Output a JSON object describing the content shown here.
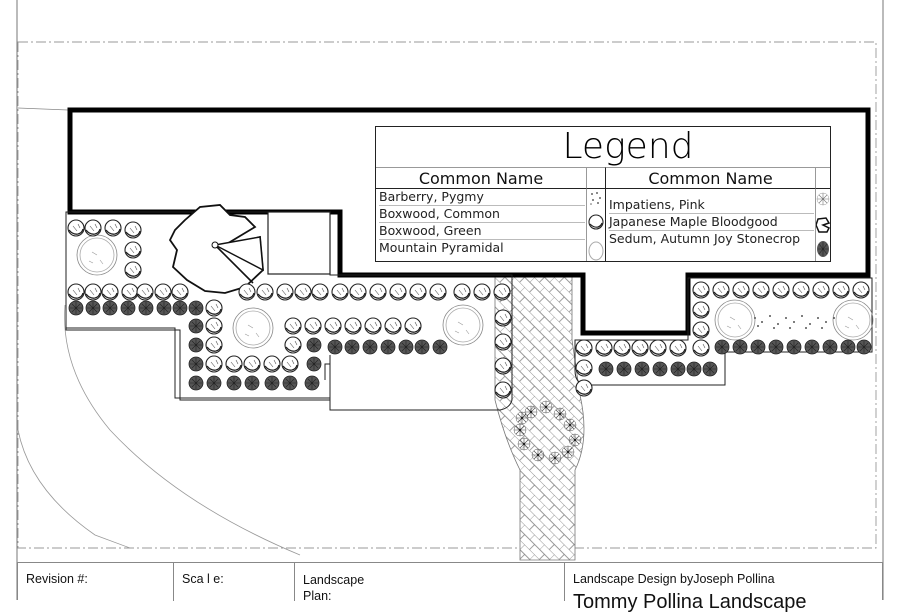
{
  "drawing": {
    "type": "landscape-site-plan",
    "stroke_color": "#000000",
    "paving_pattern": "diagonal-brick-crosshatch",
    "beds": [
      "left-bed",
      "center-bed",
      "right-bed",
      "walkway"
    ]
  },
  "legend": {
    "title": "Legend",
    "header_left": "Common Name",
    "header_right": "Common Name",
    "left_items": [
      {
        "name": "Barberry, Pygmy",
        "symbol": "stipple-shrub-icon"
      },
      {
        "name": "Boxwood, Common",
        "symbol": "round-shrub-icon"
      },
      {
        "name": "Boxwood, Green",
        "symbol": "round-shrub-icon"
      },
      {
        "name": "Mountain Pyramidal",
        "symbol": "open-circle-tree-icon"
      }
    ],
    "right_items": [
      {
        "name": "Impatiens, Pink",
        "symbol": "starburst-flower-icon"
      },
      {
        "name": "Japanese Maple Bloodgood",
        "symbol": "lobed-tree-icon"
      },
      {
        "name": "Sedum, Autumn Joy Stonecrop",
        "symbol": "dark-rosette-icon"
      }
    ]
  },
  "title_block": {
    "revision_label": "Revision #:",
    "scale_label": "Sca l e:",
    "plan_label_line1": "Landscape",
    "plan_label_line2": "Plan:",
    "designer": "Landscape Design byJoseph Pollina",
    "company": "Tommy Pollina Landscape"
  }
}
